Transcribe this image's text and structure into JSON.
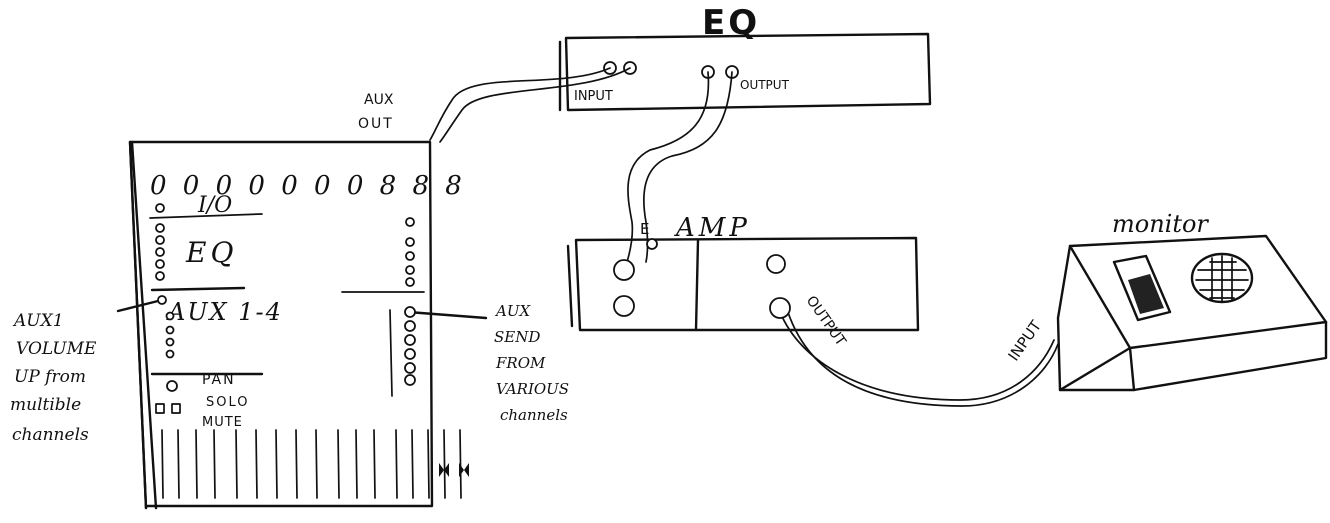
{
  "eq": {
    "title": "EQ",
    "input_label": "INPUT",
    "output_label": "OUTPUT"
  },
  "amp": {
    "title": "AMP",
    "output_label": "OUTPUT",
    "input_mark": "E"
  },
  "monitor": {
    "title": "monitor",
    "input_label": "INPUT"
  },
  "mixer": {
    "aux_out_line1": "AUX",
    "aux_out_line2": "OUT",
    "io_label": "I/O",
    "top_knobs": "0 0 0 0 0 0 0 8 8 8",
    "eq_label": "EQ",
    "aux_section": "AUX 1-4",
    "pan_label": "PAN",
    "solo_label": "SOLO",
    "mute_label": "MUTE"
  },
  "left_note": [
    "AUX1",
    "VOLUME",
    "UP from",
    "multible",
    "channels"
  ],
  "right_note": [
    "AUX",
    "SEND",
    "FROM",
    "VARIOUS",
    "channels"
  ]
}
